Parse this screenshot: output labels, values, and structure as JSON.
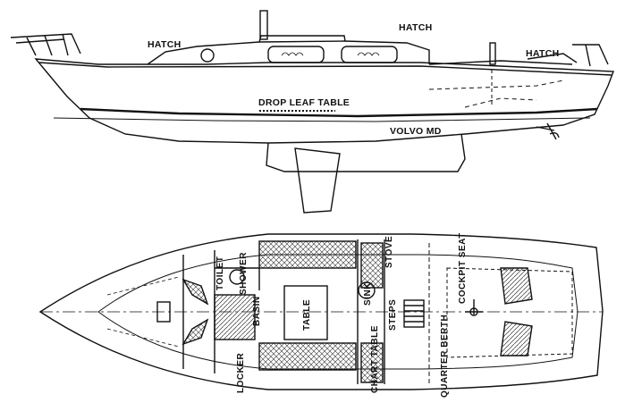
{
  "profile_labels": {
    "hatch_fore": "HATCH",
    "hatch_cabin": "HATCH",
    "hatch_aft": "HATCH",
    "drop_leaf_table": "DROP LEAF TABLE",
    "engine": "VOLVO MD"
  },
  "plan_labels": {
    "toilet": "TOILET",
    "basin": "BASIN",
    "shower": "SHOWER",
    "table": "TABLE",
    "sink": "SINK",
    "stove": "STOVE",
    "steps": "STEPS",
    "cockpit_seat": "COCKPIT SEAT",
    "quarter_berth": "QUARTER BERTH",
    "chart_table": "CHART TABLE",
    "locker": "LOCKER"
  }
}
